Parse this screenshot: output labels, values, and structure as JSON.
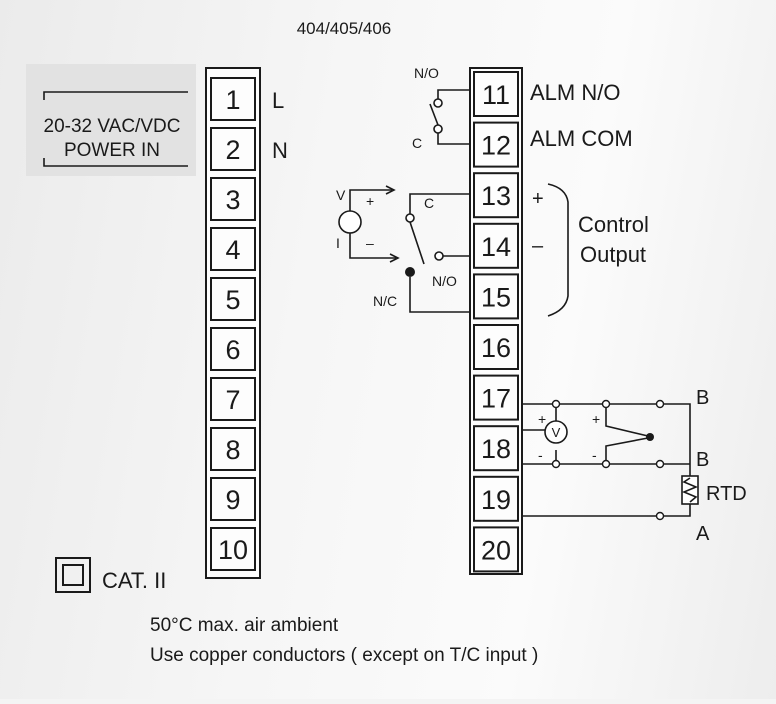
{
  "model": "404/405/406",
  "power": {
    "line1": "20-32 VAC/VDC",
    "line2": "POWER IN",
    "l": "L",
    "n": "N"
  },
  "left_terminals": [
    "1",
    "2",
    "3",
    "4",
    "5",
    "6",
    "7",
    "8",
    "9",
    "10"
  ],
  "right_terminals": [
    "11",
    "12",
    "13",
    "14",
    "15",
    "16",
    "17",
    "18",
    "19",
    "20"
  ],
  "alarm": {
    "no_contact": "N/O",
    "com_contact": "C",
    "no_label": "ALM N/O",
    "com_label": "ALM COM"
  },
  "control": {
    "v": "V",
    "i": "I",
    "plus": "+",
    "minus": "–",
    "c": "C",
    "no": "N/O",
    "nc": "N/C",
    "out_plus": "+",
    "out_minus": "–",
    "label1": "Control",
    "label2": "Output"
  },
  "input": {
    "b1": "B",
    "b2": "B",
    "rtd": "RTD",
    "a": "A",
    "v": "V",
    "plus": "+",
    "minus": "-"
  },
  "cat": "CAT. II",
  "notes": {
    "line1": "50°C max. air ambient",
    "line2": "Use copper conductors ( except on T/C input )"
  }
}
